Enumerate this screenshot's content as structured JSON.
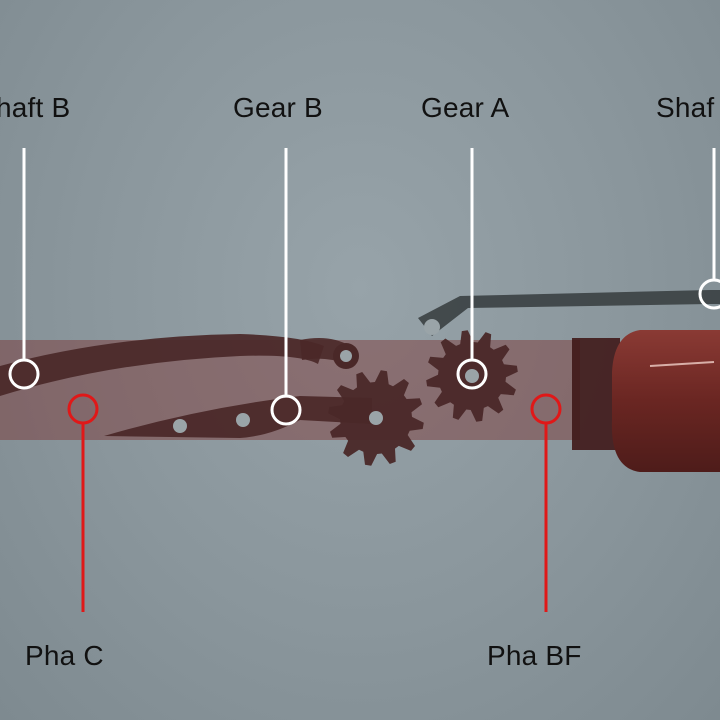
{
  "labels": {
    "shaft_b": "haft B",
    "gear_b": "Gear B",
    "gear_a": "Gear A",
    "shaft_a": "Shaf",
    "pha_c": "Pha C",
    "pha_bf": "Pha BF"
  },
  "colors": {
    "background": "#8a969c",
    "top_callout": "#ffffff",
    "bottom_callout": "#e01818",
    "part_dark": "#4a2828",
    "phalanx_overlay": "#7a2a28",
    "fingertip": "#6e2a26",
    "arm": "#3c4244"
  }
}
